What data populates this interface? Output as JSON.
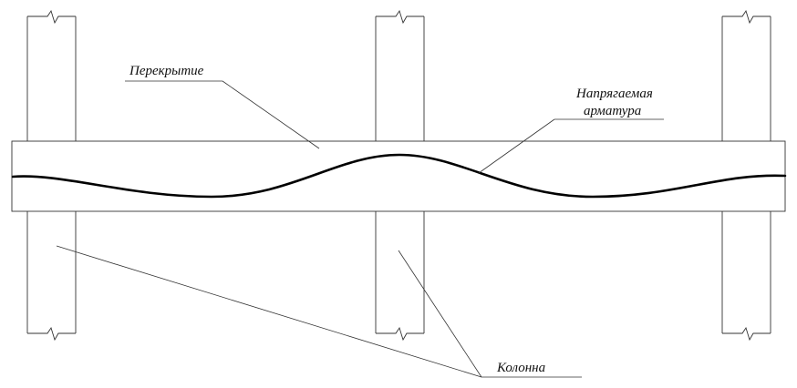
{
  "labels": {
    "slab": "Перекрытие",
    "tendon_line1": "Напрягаемая",
    "tendon_line2": "арматура",
    "column": "Колонна"
  },
  "colors": {
    "background": "#ffffff",
    "line": "#333333",
    "tendon": "#000000",
    "text": "#111111"
  }
}
